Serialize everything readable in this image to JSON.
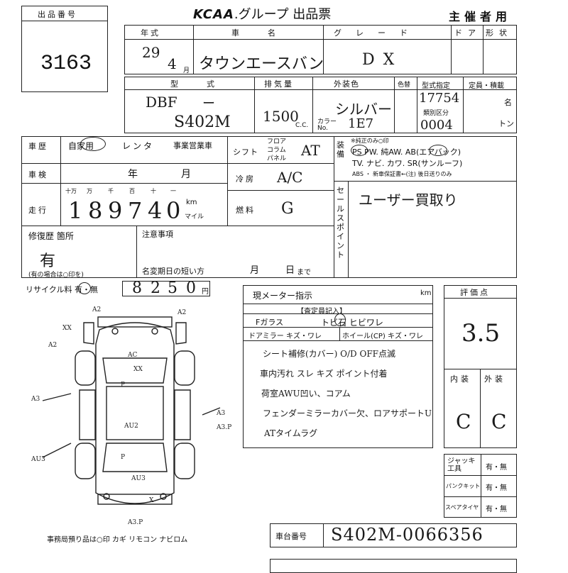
{
  "header": {
    "lot_label": "出品番号",
    "lot_number": "3163",
    "brand": "KCAA",
    "title_rest": ".グループ 出品票",
    "owner_note": "主催者用"
  },
  "row1": {
    "h_year": "年式",
    "h_vehicle": "車名",
    "h_grade": "グレード",
    "h_door": "ドア",
    "h_shape": "形状",
    "year": "29",
    "month": "4",
    "month_unit": "月",
    "vehicle": "タウンエースバン",
    "grade": "DX"
  },
  "row2": {
    "h_model": "型式",
    "h_displacement": "排気量",
    "h_color": "外装色",
    "h_colorcode": "色替",
    "h_type_designation": "型式指定",
    "h_class": "類別区分",
    "h_capacity": "定員・積載",
    "model_prefix": "DBF",
    "model_dash": "ー",
    "model": "S402M",
    "displacement": "1500",
    "cc": "C.C.",
    "color": "シルバー",
    "color_no_label": "カラー No.",
    "color_no": "1E7",
    "type_designation": "17754",
    "class_code": "0004",
    "unit_person": "名",
    "unit_ton": "トン"
  },
  "spec": {
    "h_history": "車歴",
    "history_opts": "自家用",
    "rental": "レンタ",
    "business": "事業営業車",
    "h_inspection": "車検",
    "insp_year": "年",
    "insp_month": "月",
    "h_mileage": "走行",
    "digit_labels": [
      "十万",
      "万",
      "千",
      "百",
      "十",
      "一"
    ],
    "mileage_digits": [
      "1",
      "8",
      "9",
      "7",
      "4",
      "0"
    ],
    "km": "km",
    "mile": "マイル",
    "h_shift": "シフト",
    "shift_opts": [
      "フロア",
      "コラム",
      "パネル"
    ],
    "shift": "AT",
    "h_ac": "冷房",
    "ac": "A/C",
    "h_fuel": "燃料",
    "fuel": "G",
    "h_equip": "装備",
    "equip_note": "※純正のみ○印",
    "equip_line1": "PS  PW. 純AW. AB(エアバック)",
    "equip_line2": "TV. ナビ. カワ. SR(サンルーフ)",
    "equip_line3": "ABS ・ 新車保証書←(注) 後日送りのみ",
    "h_sales_point": "セールスポイント",
    "sales_point": "ユーザー買取り"
  },
  "repair": {
    "h_repair": "修復歴 箇所",
    "repair": "有",
    "repair_note": "(有の場合は○印を)",
    "h_notice": "注意事項",
    "h_expiry": "名変期日の短い方",
    "exp_month": "月",
    "exp_day": "日",
    "exp_until": "まで"
  },
  "recycle": {
    "label": "リサイクル料 有・無",
    "digits": [
      "8",
      "2",
      "5",
      "0"
    ],
    "unit": "円"
  },
  "inspector": {
    "h_meter": "現メーター指示",
    "meter_unit": "km",
    "h_inspector": "【査定員記入】",
    "glass_label": "Fガラス",
    "glass_opts": "トビ石 ヒビワレ",
    "mirror_label": "ドアミラー キズ・ワレ",
    "wheel_label": "ホイール(CP) キズ・ワレ",
    "notes": [
      "シート補修(カバー) O/D OFF点滅",
      "車内汚れ スレ キズ ポイント付着",
      "荷室AWU凹い、コアム",
      "フェンダーミラーカバー欠、ロアサポートU",
      "ATタイムラグ"
    ]
  },
  "score": {
    "h_score": "評価点",
    "score": "3.5",
    "h_interior": "内装",
    "h_exterior": "外装",
    "interior": "C",
    "exterior": "C"
  },
  "equipment_check": {
    "rows": [
      {
        "label": "ジャッキ工具",
        "value": "有・無"
      },
      {
        "label": "パンクキット",
        "value": "有・無"
      },
      {
        "label": "スペアタイヤ",
        "value": "有・無"
      }
    ]
  },
  "diagram": {
    "marks": [
      "A2",
      "A2",
      "XX",
      "A2",
      "A3",
      "A3",
      "AU3",
      "AU2",
      "AU3",
      "A3.P",
      "A3.P",
      "AC",
      "XX",
      "P",
      "P",
      "X"
    ]
  },
  "footer": {
    "office_note": "事務局預り品は○印 カギ リモコン ナビロム",
    "h_chassis": "車台番号",
    "chassis": "S402M-0066356"
  }
}
